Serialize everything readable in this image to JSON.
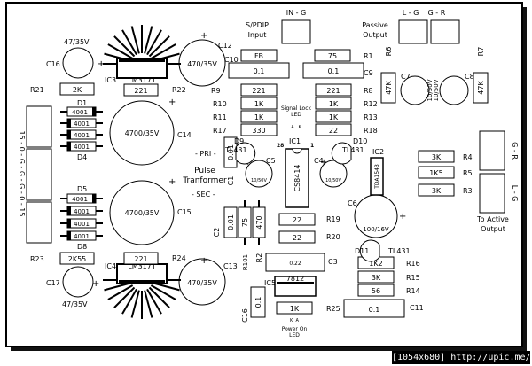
{
  "footer": "[1054x680] http://upic.me/",
  "connectors": {
    "in_g": "IN - G",
    "spdif": [
      "S/PDIP",
      "Input"
    ],
    "lg_gr": "L - G    G - R",
    "passive": [
      "Passive",
      "Output"
    ],
    "left_edge": "15 - 0 - G - G - G - 0 - 15",
    "gr_side": "G - R",
    "lg_side": "L - G",
    "active": [
      "To Active",
      "Output"
    ]
  },
  "caps": {
    "c16": {
      "label": "C16",
      "value": "47/35V"
    },
    "c17": {
      "label": "C17",
      "value": "47/35V"
    },
    "c12": {
      "label": "C12",
      "value": "470/35V"
    },
    "c13": {
      "label": "C13",
      "value": "470/35V"
    },
    "c14": {
      "label": "C14",
      "value": "4700/35V"
    },
    "c15": {
      "label": "C15",
      "value": "4700/35V"
    },
    "c5": {
      "label": "C5",
      "value": "10/50V"
    },
    "c4": {
      "label": "C4",
      "value": "10/50V"
    },
    "c6": {
      "label": "C6",
      "value": "100/16V"
    },
    "c7": {
      "label": "C7",
      "value": "10/50V"
    },
    "c8": {
      "label": "C8",
      "value": "10/50V"
    }
  },
  "boxes": {
    "r21": {
      "label": "R21",
      "value": "2K"
    },
    "r22": {
      "label": "R22",
      "value": "221"
    },
    "r23": {
      "label": "R23",
      "value": "2K55"
    },
    "r24": {
      "label": "R24",
      "value": "221"
    },
    "fb": {
      "value": "FB"
    },
    "c10": {
      "label": "C10",
      "value": "0.1"
    },
    "r1": {
      "label": "R1",
      "value": "75"
    },
    "c9": {
      "label": "C9",
      "value": "0.1"
    },
    "r9": {
      "label": "R9",
      "value": "221"
    },
    "r8": {
      "label": "R8",
      "value": "221"
    },
    "r10": {
      "label": "R10",
      "value": "1K"
    },
    "r12": {
      "label": "R12",
      "value": "1K"
    },
    "r11": {
      "label": "R11",
      "value": "1K"
    },
    "r13": {
      "label": "R13",
      "value": "1K"
    },
    "r17": {
      "label": "R17",
      "value": "330"
    },
    "r18": {
      "label": "R18",
      "value": "22"
    },
    "r6": {
      "label": "R6",
      "value": "47K"
    },
    "r7": {
      "label": "R7",
      "value": "47K"
    },
    "r4": {
      "label": "R4",
      "value": "3K"
    },
    "r5": {
      "label": "R5",
      "value": "1K5"
    },
    "r3": {
      "label": "R3",
      "value": "3K"
    },
    "r19": {
      "label": "R19",
      "value": "22"
    },
    "r20": {
      "label": "R20",
      "value": "22"
    },
    "c1": {
      "label": "C1",
      "value": "0.01"
    },
    "c2": {
      "label": "C2",
      "value": "0.01"
    },
    "r101": {
      "label": "R101",
      "value": "75"
    },
    "r2": {
      "label": "R2",
      "value": "470"
    },
    "c3": {
      "label": "C3",
      "value": "0.22"
    },
    "c16b": {
      "label": "C16",
      "value": "0.1"
    },
    "r25": {
      "label": "R25",
      "value": "1K"
    },
    "c11": {
      "label": "C11",
      "value": "0.1"
    },
    "r16": {
      "label": "R16",
      "value": "1K2"
    },
    "r15": {
      "label": "R15",
      "value": "3K"
    },
    "r14": {
      "label": "R14",
      "value": "56"
    }
  },
  "diodes": {
    "d1": {
      "label": "D1",
      "value": "4001"
    },
    "d2": {
      "value": "4001"
    },
    "d3": {
      "value": "4001"
    },
    "d4": {
      "label": "D4",
      "value": "4001"
    },
    "d5": {
      "label": "D5",
      "value": "4001"
    },
    "d6": {
      "value": "4001"
    },
    "d7": {
      "value": "4001"
    },
    "d8": {
      "label": "D8",
      "value": "4001"
    }
  },
  "ics": {
    "ic3": {
      "label": "IC3",
      "value": "LM317T"
    },
    "ic4": {
      "label": "IC4",
      "value": "LM317T"
    },
    "ic1": {
      "label": "IC1",
      "value": "CS8414",
      "pin_a": "28",
      "pin_b": "1"
    },
    "ic2": {
      "label": "IC2",
      "value": "TDA1543"
    },
    "ic5": {
      "label": "IC5",
      "value": "7812"
    }
  },
  "leds": {
    "d9": {
      "label": "D9",
      "value": "TL431"
    },
    "d10": {
      "label": "D10",
      "value": "TL431"
    },
    "d11": {
      "label": "D11",
      "value": "TL431"
    },
    "signal_lock": [
      "Signal Lock",
      "LED"
    ],
    "signal_ak": "A   K",
    "power_on": [
      "Power On",
      "LED"
    ],
    "power_ka": "K  A"
  },
  "transformer": {
    "pri": "- PRI -",
    "title": [
      "Pulse",
      "Tranformer"
    ],
    "sec": "- SEC -"
  }
}
